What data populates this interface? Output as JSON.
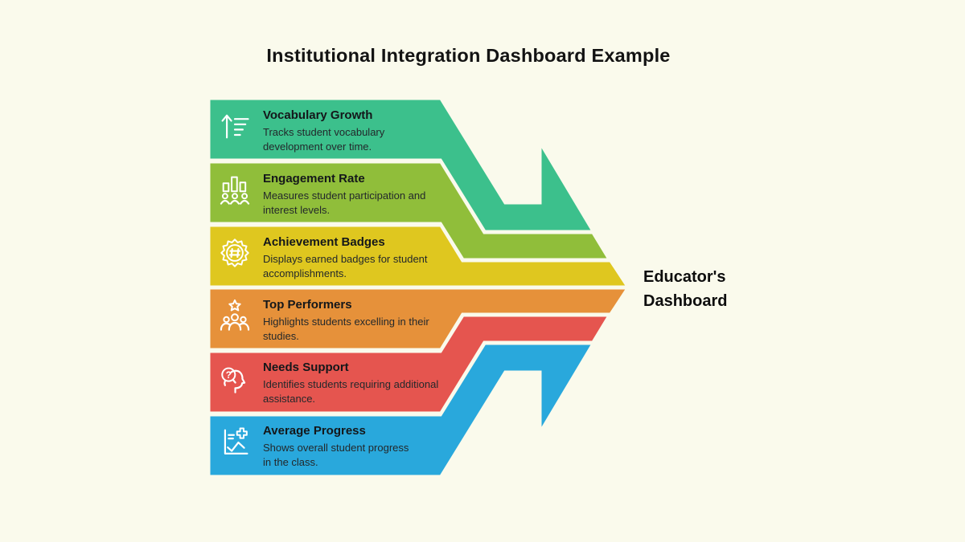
{
  "page": {
    "title": "Institutional Integration Dashboard Example",
    "background": "#FAFAEC"
  },
  "arrow_label": {
    "line1": "Educator's",
    "line2": "Dashboard"
  },
  "bands": [
    {
      "label": "Vocabulary Growth",
      "description": "Tracks student vocabulary development over time.",
      "color": "#3CC08C",
      "icon": "growth-arrow-icon"
    },
    {
      "label": "Engagement Rate",
      "description": "Measures student participation and interest levels.",
      "color": "#90BE3A",
      "icon": "bar-chart-people-icon"
    },
    {
      "label": "Achievement Badges",
      "description": "Displays earned badges for student accomplishments.",
      "color": "#DFC71F",
      "icon": "badge-icon"
    },
    {
      "label": "Top Performers",
      "description": "Highlights students excelling in their studies.",
      "color": "#E6913A",
      "icon": "star-people-icon"
    },
    {
      "label": "Needs Support",
      "description": "Identifies students requiring additional assistance.",
      "color": "#E5554F",
      "icon": "head-question-icon"
    },
    {
      "label": "Average Progress",
      "description": "Shows overall student progress in the class.",
      "color": "#29A8DC",
      "icon": "progress-chart-icon"
    }
  ]
}
